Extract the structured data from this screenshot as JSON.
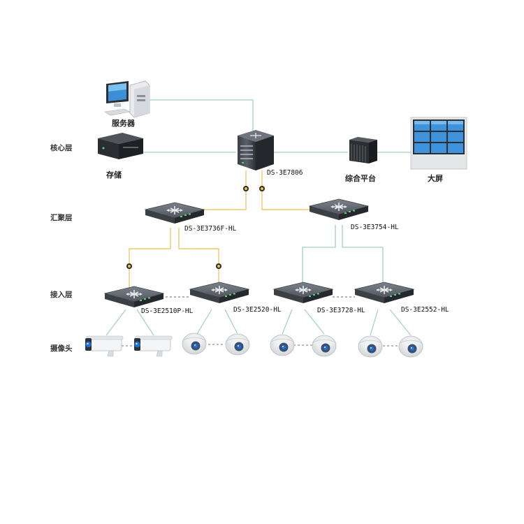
{
  "layers": {
    "core": "核心层",
    "aggregation": "汇聚层",
    "access": "接入层",
    "camera": "摄像头"
  },
  "devices": {
    "server": "服务器",
    "storage": "存储",
    "platform": "综合平台",
    "screen": "大屏",
    "core_switch": "DS-3E7806",
    "agg_left": "DS-3E3736F-HL",
    "agg_right": "DS-3E3754-HL",
    "access_1": "DS-3E2510P-HL",
    "access_2": "DS-3E2520-HL",
    "access_3": "DS-3E3728-HL",
    "access_4": "DS-3E2552-HL"
  },
  "colors": {
    "green_link": "#9fd3b4",
    "fiber_link": "#f1c86a",
    "switch_top": "#6b7178",
    "switch_side": "#2f3338"
  },
  "icons": [
    "server-icon",
    "storage-icon",
    "core-switch-icon",
    "platform-icon",
    "video-wall-icon",
    "switch-icon",
    "bullet-camera-icon",
    "dome-camera-icon",
    "fiber-module-icon"
  ]
}
